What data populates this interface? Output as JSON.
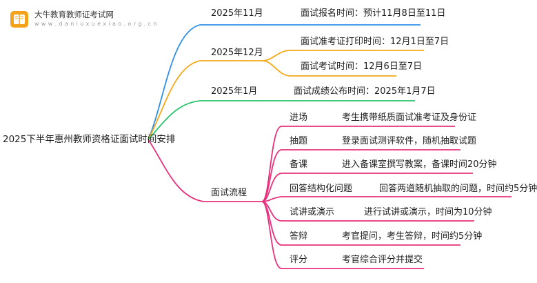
{
  "watermark": {
    "site_name": "大牛教育教师证考试网",
    "site_url": "w w w . d a n i u x u e x i a o . o r g . c n",
    "logo_icon": "book-pencil-icon"
  },
  "root": {
    "label": "2025下半年惠州教师资格证面试时间安排"
  },
  "colors": {
    "blue": "#2f8fe8",
    "orange": "#f5a91b",
    "green": "#27c46a",
    "magenta": "#e8307c"
  },
  "branches": [
    {
      "label": "2025年11月",
      "leaves": [
        "面试报名时间：预计11月8日至11日"
      ]
    },
    {
      "label": "2025年12月",
      "leaves": [
        "面试准考证打印时间：12月1日至7日",
        "面试考试时间：12月6日至7日"
      ]
    },
    {
      "label": "2025年1月",
      "leaves": [
        "面试成绩公布时间：2025年1月7日"
      ]
    },
    {
      "label": "面试流程",
      "steps": [
        {
          "name": "进场",
          "detail": "考生携带纸质面试准考证及身份证"
        },
        {
          "name": "抽题",
          "detail": "登录面试测评软件，随机抽取试题"
        },
        {
          "name": "备课",
          "detail": "进入备课室撰写教案，备课时间20分钟"
        },
        {
          "name": "回答结构化问题",
          "detail": "回答两道随机抽取的问题，时间约5分钟"
        },
        {
          "name": "试讲或演示",
          "detail": "进行试讲或演示，时间为10分钟"
        },
        {
          "name": "答辩",
          "detail": "考官提问，考生答辩，时间约5分钟"
        },
        {
          "name": "评分",
          "detail": "考官综合评分并提交"
        }
      ]
    }
  ]
}
